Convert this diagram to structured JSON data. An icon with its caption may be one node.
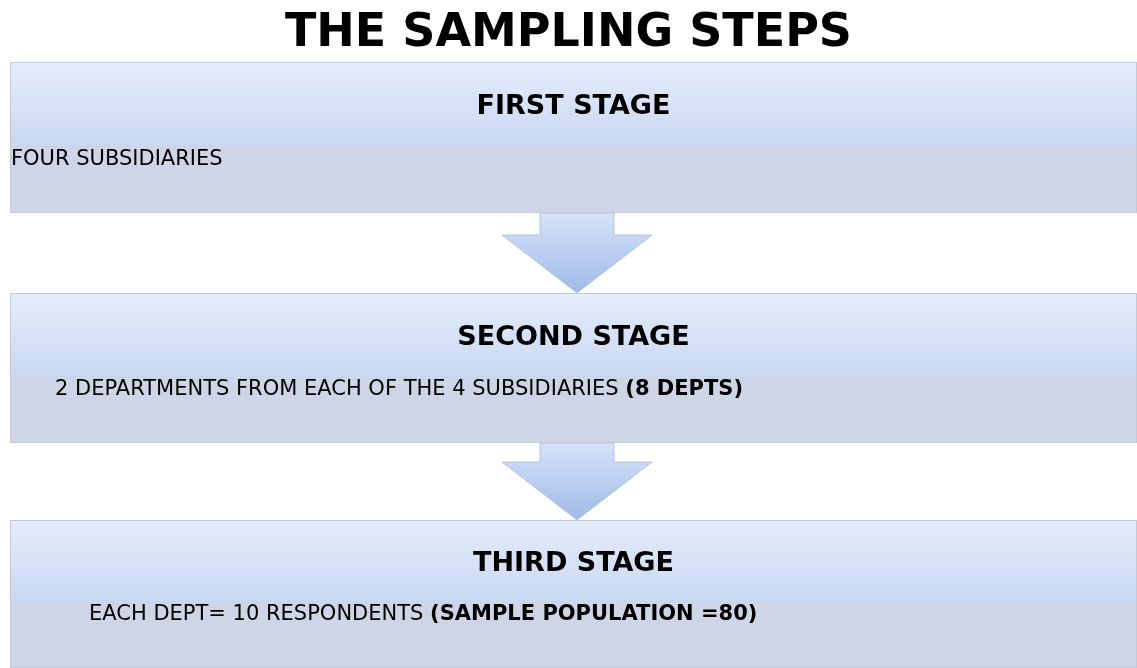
{
  "diagram": {
    "title": "THE SAMPLING STEPS",
    "nodes": [
      {
        "text": [
          "FIRST STAGE",
          "FOUR SUBSIDIARIES"
        ]
      },
      {
        "text": [
          "SECOND STAGE",
          "2 DEPARTMENTS FROM EACH OF THE 4 SUBSIDIARIES **(8 DEPTS)**"
        ]
      },
      {
        "text": [
          "THIRD STAGE",
          "EACH DEPT= 10 RESPONDENTS **(SAMPLE POPULATION =80)**"
        ]
      }
    ],
    "edges": [
      {
        "from": 0,
        "to": 1,
        "arrow": "to"
      },
      {
        "from": 1,
        "to": 2,
        "arrow": "to"
      }
    ]
  }
}
